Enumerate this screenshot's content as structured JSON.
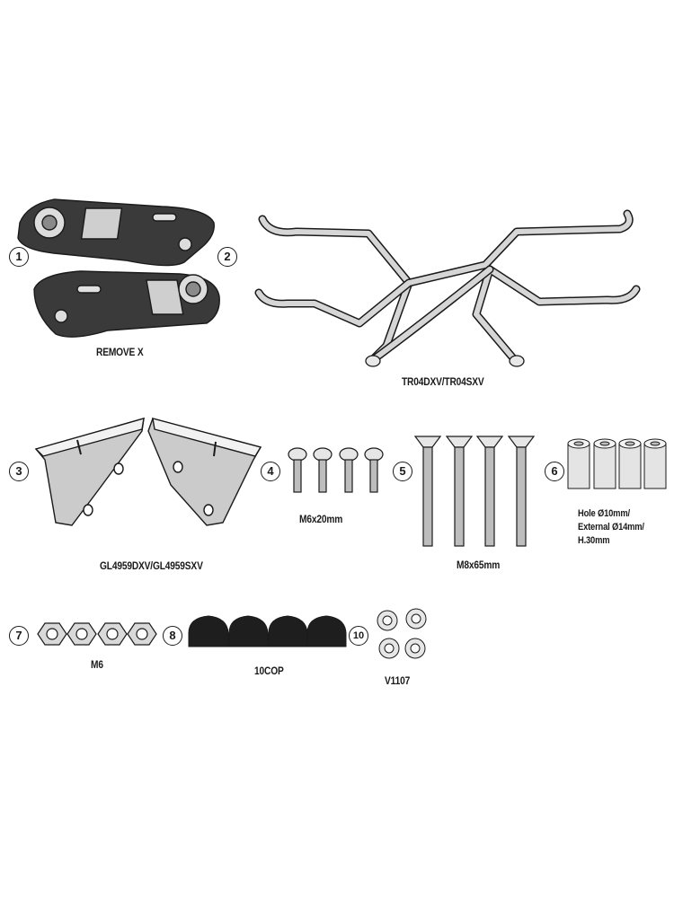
{
  "parts": [
    {
      "number": "1",
      "label": "REMOVE X"
    },
    {
      "number": "2",
      "label": "TR04DXV/TR04SXV"
    },
    {
      "number": "3",
      "label": "GL4959DXV/GL4959SXV"
    },
    {
      "number": "4",
      "label": "M6x20mm"
    },
    {
      "number": "5",
      "label": "M8x65mm"
    },
    {
      "number": "6",
      "label": "Hole Ø10mm/\nExternal Ø14mm/\nH.30mm"
    },
    {
      "number": "7",
      "label": "M6"
    },
    {
      "number": "8",
      "label": "10COP"
    },
    {
      "number": "10",
      "label": "V1107"
    }
  ],
  "colors": {
    "ink": "#1a1a1a",
    "dark_part": "#3a3a3a",
    "metal_part": "#c8c8c8",
    "light_part": "#e4e4e4"
  }
}
